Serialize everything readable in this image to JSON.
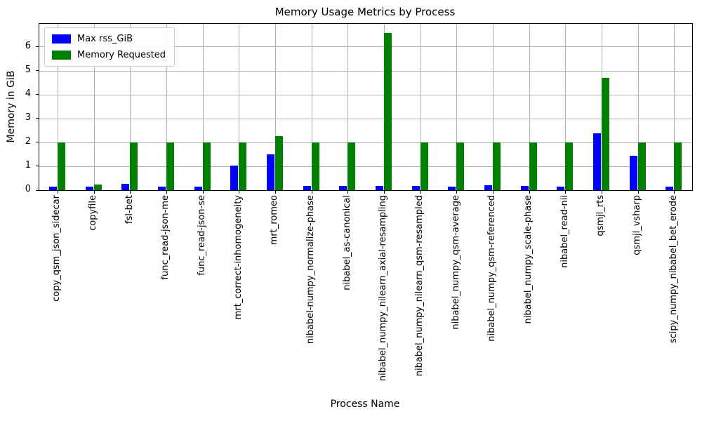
{
  "title": "Memory Usage Metrics by Process",
  "chart_data": {
    "type": "bar",
    "title": "Memory Usage Metrics by Process",
    "xlabel": "Process Name",
    "ylabel": "Memory in GiB",
    "ylim": [
      0,
      6.97
    ],
    "yticks": [
      0,
      1,
      2,
      3,
      4,
      5,
      6
    ],
    "grid": true,
    "legend_position": "upper-left",
    "categories": [
      "copy_qsm_json_sidecar",
      "copyfile",
      "fsl-bet",
      "func_read-json-me",
      "func_read-json-se",
      "mrt_correct-inhomogeneity",
      "mrt_romeo",
      "nibabel-numpy_normalize-phase",
      "nibabel_as-canonical",
      "nibabel_numpy_nilearn_axial-resampling",
      "nibabel_numpy_nilearn_qsm-resampled",
      "nibabel_numpy_qsm-average",
      "nibabel_numpy_qsm-referenced",
      "nibabel_numpy_scale-phase",
      "nibabel_read-nii",
      "qsmjl_rts",
      "qsmjl_vsharp",
      "scipy_numpy_nibabel_bet_erode"
    ],
    "series": [
      {
        "name": "Max rss_GiB",
        "color": "#0000ff",
        "values": [
          0.15,
          0.15,
          0.26,
          0.16,
          0.16,
          1.04,
          1.5,
          0.17,
          0.17,
          0.17,
          0.19,
          0.16,
          0.21,
          0.19,
          0.15,
          2.38,
          1.45,
          0.16
        ]
      },
      {
        "name": "Memory Requested",
        "color": "#008000",
        "values": [
          2.0,
          0.25,
          2.0,
          2.0,
          2.0,
          2.0,
          2.27,
          2.0,
          2.0,
          6.6,
          2.0,
          2.0,
          2.0,
          2.0,
          2.0,
          4.7,
          2.0,
          2.0
        ]
      }
    ],
    "colors": {
      "grid": "#b0b0b0",
      "spine": "#000000",
      "background": "#ffffff",
      "text": "#000000"
    }
  }
}
